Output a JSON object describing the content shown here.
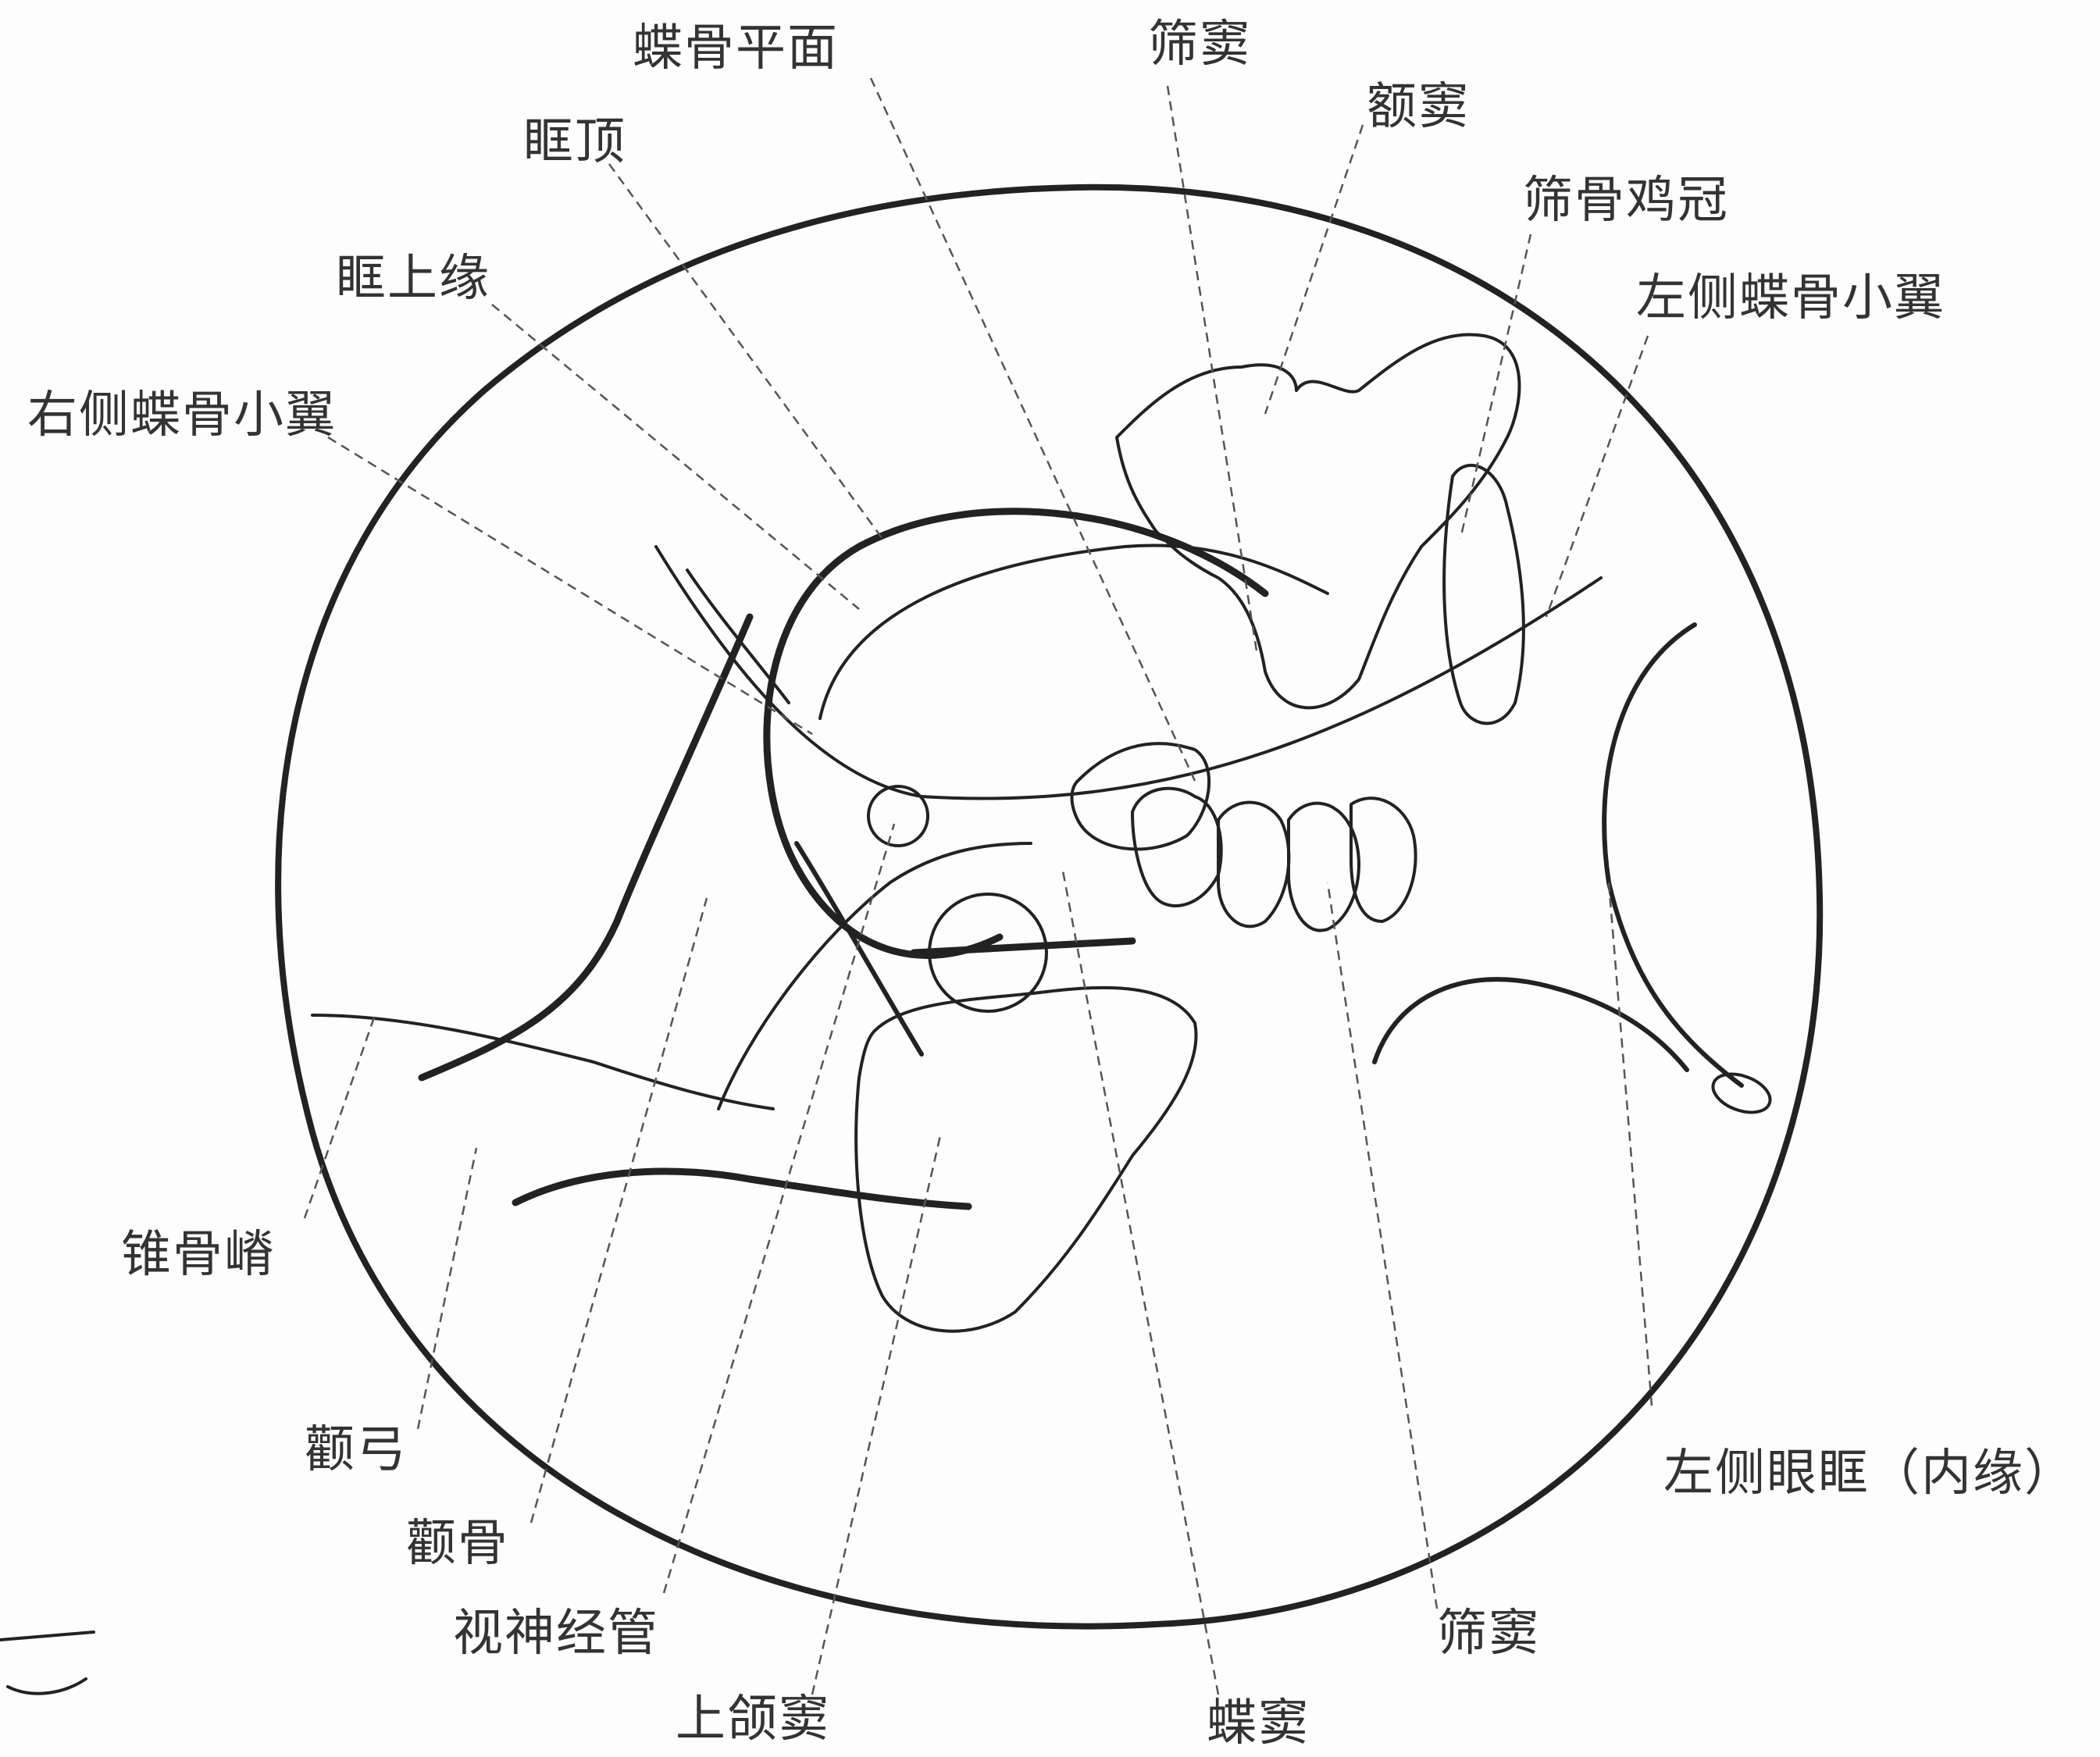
{
  "labels": {
    "planum_sphenoidale": "蝶骨平面",
    "ethmoid_sinus_top": "筛窦",
    "frontal_sinus": "额窦",
    "orbital_roof": "眶顶",
    "crista_galli": "筛骨鸡冠",
    "supraorbital_margin": "眶上缘",
    "left_lesser_wing": "左侧蝶骨小翼",
    "right_lesser_wing": "右侧蝶骨小翼",
    "petrous_ridge": "锥骨嵴",
    "zygomatic_arch": "颧弓",
    "zygomatic_bone": "颧骨",
    "optic_canal": "视神经管",
    "maxillary_sinus": "上颌窦",
    "sphenoid_sinus": "蝶窦",
    "ethmoid_sinus_bottom": "筛窦",
    "left_orbit_inner": "左侧眼眶（内缘）"
  },
  "colors": {
    "ink": "#222222",
    "leader": "#555555",
    "text": "#333333",
    "paper": "#fdfdfd"
  }
}
